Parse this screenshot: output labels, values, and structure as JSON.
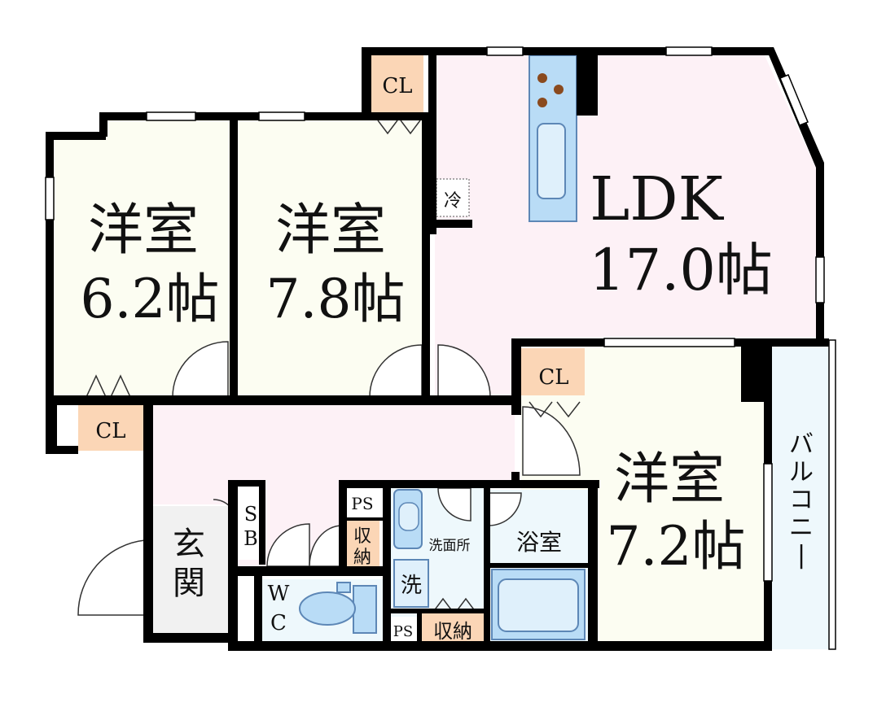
{
  "rooms": {
    "western_1": {
      "name": "洋室",
      "size": "6.2帖"
    },
    "western_2": {
      "name": "洋室",
      "size": "7.8帖"
    },
    "ldk": {
      "name": "LDK",
      "size": "17.0帖"
    },
    "western_3": {
      "name": "洋室",
      "size": "7.2帖"
    }
  },
  "closets": {
    "cl_top": "CL",
    "cl_left": "CL",
    "cl_ldk": "CL",
    "storage_small": "収\n納",
    "storage_bottom": "収納"
  },
  "labels": {
    "fridge": "冷",
    "ps_top": "PS",
    "ps_bottom": "PS",
    "shoe_box": "S\nB",
    "entrance": "玄\n関",
    "toilet": "W\nC",
    "washroom": "洗面所",
    "washer": "洗",
    "bathroom": "浴室",
    "balcony": "バルコニー"
  },
  "colors": {
    "wall": "#000000",
    "western_floor": "#fcfdf2",
    "ldk_floor": "#fdf1f6",
    "hall_floor": "#fdf1f6",
    "entrance_floor": "#f1f1f1",
    "wet_floor": "#eef8fc",
    "closet": "#fbd6b6",
    "fixture_blue": "#b9dcf6",
    "fixture_stroke": "#5d87b6"
  }
}
